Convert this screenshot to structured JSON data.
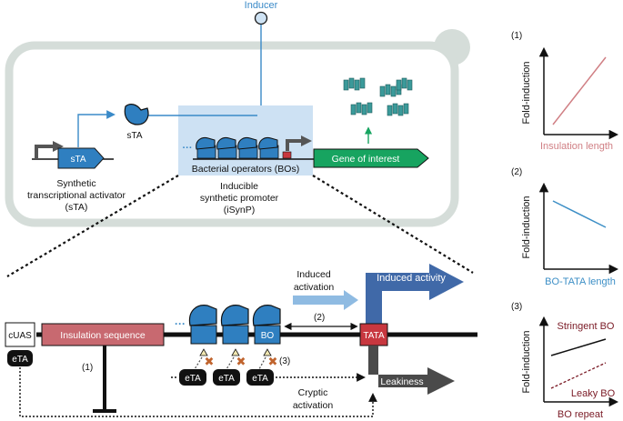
{
  "top": {
    "inducer": "Inducer",
    "sta_small": "sTA",
    "sta_gene": "sTA",
    "sta_caption": [
      "Synthetic",
      "transcriptional activator",
      "(sTA)"
    ],
    "bo_label": "Bacterial operators (BOs)",
    "isynp_caption": [
      "Inducible",
      "synthetic promoter",
      "(iSynP)"
    ],
    "gene": "Gene of interest"
  },
  "bottom": {
    "cuas": "cUAS",
    "eta": "eTA",
    "insulation": "Insulation sequence",
    "bo": "BO",
    "tata": "TATA",
    "induced_activation": [
      "Induced",
      "activation"
    ],
    "induced_activity": "Induced activity",
    "leakiness": "Leakiness",
    "cryptic_activation": [
      "Cryptic",
      "activation"
    ],
    "marker1": "(1)",
    "marker2": "(2)",
    "marker3": "(3)",
    "ellipsis": "···"
  },
  "panels": [
    {
      "number": "(1)",
      "ylabel": "Fold-induction",
      "xlabel": "Insulation length",
      "color": "#d07f84"
    },
    {
      "number": "(2)",
      "ylabel": "Fold-induction",
      "xlabel": "BO-TATA length",
      "color": "#3d8fc6"
    },
    {
      "number": "(3)",
      "ylabel": "Fold-induction",
      "xlabel": "BO repeat",
      "color": "#7a1a25",
      "series": [
        "Stringent BO",
        "Leaky BO"
      ]
    }
  ],
  "colors": {
    "blue": "#2f7fc0",
    "lightblue": "#cfe3f4",
    "green": "#17a460",
    "pink": "#c86970",
    "tata": "#c8373f",
    "gray": "#5b5b5b",
    "cell": "#d5ddd9"
  }
}
